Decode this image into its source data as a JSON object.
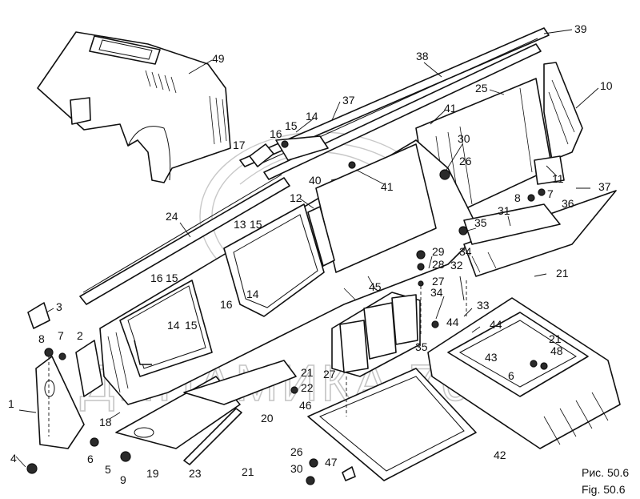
{
  "diagram": {
    "title_ru": "Рис. 50.6",
    "title_en": "Fig. 50.6",
    "watermark": "ДИНАМИКА 76",
    "labels": {
      "l49": "49",
      "l39": "39",
      "l38": "38",
      "l37a": "37",
      "l10": "10",
      "l25": "25",
      "l41a": "41",
      "l14a": "14",
      "l15a": "15",
      "l16a": "16",
      "l17": "17",
      "l30a": "30",
      "l26a": "26",
      "l40": "40",
      "l41b": "41",
      "l12": "12",
      "l11": "11",
      "l37b": "37",
      "l7a": "7",
      "l8a": "8",
      "l36": "36",
      "l24": "24",
      "l13": "13",
      "l15b": "15",
      "l31": "31",
      "l35a": "35",
      "l34a": "34",
      "l29": "29",
      "l28": "28",
      "l32": "32",
      "l27a": "27",
      "l21a": "21",
      "l3": "3",
      "l16b": "16",
      "l15c": "15",
      "l14b": "14",
      "l16c": "16",
      "l15d": "15",
      "l14c": "14",
      "l45": "45",
      "l34b": "34",
      "l33": "33",
      "l44a": "44",
      "l44b": "44",
      "l8b": "8",
      "l7b": "7",
      "l2": "2",
      "l35b": "35",
      "l21b": "21",
      "l43": "43",
      "l48": "48",
      "l6a": "6",
      "l21c": "21",
      "l27b": "27",
      "l22": "22",
      "l18": "18",
      "l1": "1",
      "l46": "46",
      "l20": "20",
      "l4": "4",
      "l5": "5",
      "l6b": "6",
      "l9": "9",
      "l19": "19",
      "l23": "23",
      "l21d": "21",
      "l26b": "26",
      "l30b": "30",
      "l47": "47",
      "l42": "42"
    }
  }
}
